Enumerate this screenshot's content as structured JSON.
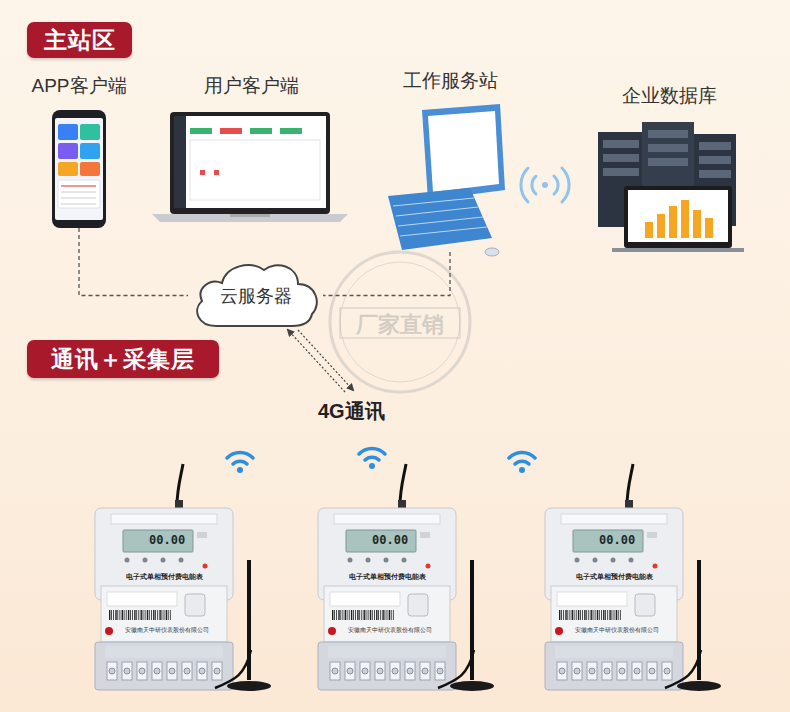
{
  "diagram": {
    "nodes": [
      {
        "text": [
          "主站区"
        ]
      },
      {
        "text": [
          "APP客户端"
        ]
      },
      {
        "text": [
          "用户客户端"
        ]
      },
      {
        "text": [
          "工作服务站"
        ]
      },
      {
        "text": [
          "企业数据库"
        ]
      },
      {
        "text": [
          "云服务器"
        ]
      },
      {
        "text": [
          "通讯＋采集层"
        ]
      },
      {
        "text": [
          "00.00",
          "电子式单相预付费电能表",
          "安徽南天中研仪表股份有限公司"
        ]
      },
      {
        "text": [
          "00.00",
          "电子式单相预付费电能表",
          "安徽南天中研仪表股份有限公司"
        ]
      },
      {
        "text": [
          "00.00",
          "电子式单相预付费电能表",
          "安徽南天中研仪表股份有限公司"
        ]
      }
    ],
    "edges": [
      {
        "from": 1,
        "to": 5,
        "arrow": "none"
      },
      {
        "from": 3,
        "to": 5,
        "arrow": "none"
      }
    ],
    "labels": [
      "4G通讯",
      "厂家直销"
    ]
  }
}
